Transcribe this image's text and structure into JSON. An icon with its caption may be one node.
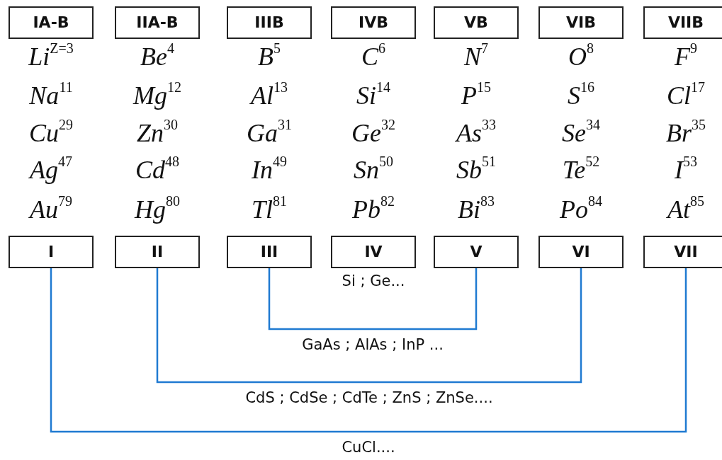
{
  "diagram": {
    "nodes": [
      {
        "text": [
          "IA-B"
        ]
      },
      {
        "text": [
          "IIA-B"
        ]
      },
      {
        "text": [
          "IIIB"
        ]
      },
      {
        "text": [
          "IVB"
        ]
      },
      {
        "text": [
          "VB"
        ]
      },
      {
        "text": [
          "VIB"
        ]
      },
      {
        "text": [
          "VIIB"
        ]
      },
      {
        "text": [
          "I"
        ]
      },
      {
        "text": [
          "II"
        ]
      },
      {
        "text": [
          "III"
        ]
      },
      {
        "text": [
          "IV"
        ]
      },
      {
        "text": [
          "V"
        ]
      },
      {
        "text": [
          "VI"
        ]
      },
      {
        "text": [
          "VII"
        ]
      }
    ],
    "edges": [
      {
        "from": 9,
        "to": 11,
        "arrow": "none",
        "label": "GaAs ; AlAs ; InP ..."
      },
      {
        "from": 8,
        "to": 12,
        "arrow": "none",
        "label": "CdS ; CdSe ; CdTe ; ZnS ; ZnSe...."
      },
      {
        "from": 7,
        "to": 13,
        "arrow": "none",
        "label": "CuCl...."
      }
    ],
    "labels": [
      "Li$^{Z=3}$",
      "Be$^{4}$",
      "B$^{5}$",
      "C$^{6}$",
      "N$^{7}$",
      "O$^{8}$",
      "F$^{9}$",
      "Na$^{11}$",
      "Mg$^{12}$",
      "Al$^{13}$",
      "Si$^{14}$",
      "P$^{15}$",
      "S$^{16}$",
      "Cl$^{17}$",
      "Cu$^{29}$",
      "Zn$^{30}$",
      "Ga$^{31}$",
      "Ge$^{32}$",
      "As$^{33}$",
      "Se$^{34}$",
      "Br$^{35}$",
      "Ag$^{47}$",
      "Cd$^{48}$",
      "In$^{49}$",
      "Sn$^{50}$",
      "Sb$^{51}$",
      "Te$^{52}$",
      "I$^{53}$",
      "Au$^{79}$",
      "Hg$^{80}$",
      "Tl$^{81}$",
      "Pb$^{82}$",
      "Bi$^{83}$",
      "Po$^{84}$",
      "At$^{85}$",
      "Si ; Ge..."
    ]
  }
}
